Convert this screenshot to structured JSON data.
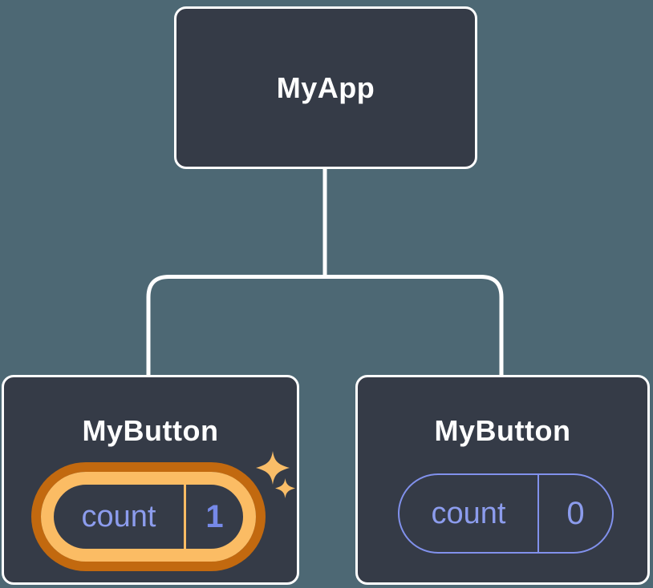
{
  "diagram": {
    "root": {
      "label": "MyApp"
    },
    "children": [
      {
        "label": "MyButton",
        "state": {
          "name": "count",
          "value": "1"
        },
        "highlighted": true
      },
      {
        "label": "MyButton",
        "state": {
          "name": "count",
          "value": "0"
        },
        "highlighted": false
      }
    ]
  },
  "colors": {
    "background": "#4d6874",
    "node_fill": "#353b47",
    "node_border": "#ffffff",
    "connector": "#ffffff",
    "state_text": "#8c9ced",
    "state_value_highlight": "#7689e8",
    "pill_border": "#8191ec",
    "highlight_ring_light": "#fbbc64",
    "highlight_ring_dark": "#c2690f",
    "sparkle": "#f9bd68"
  }
}
